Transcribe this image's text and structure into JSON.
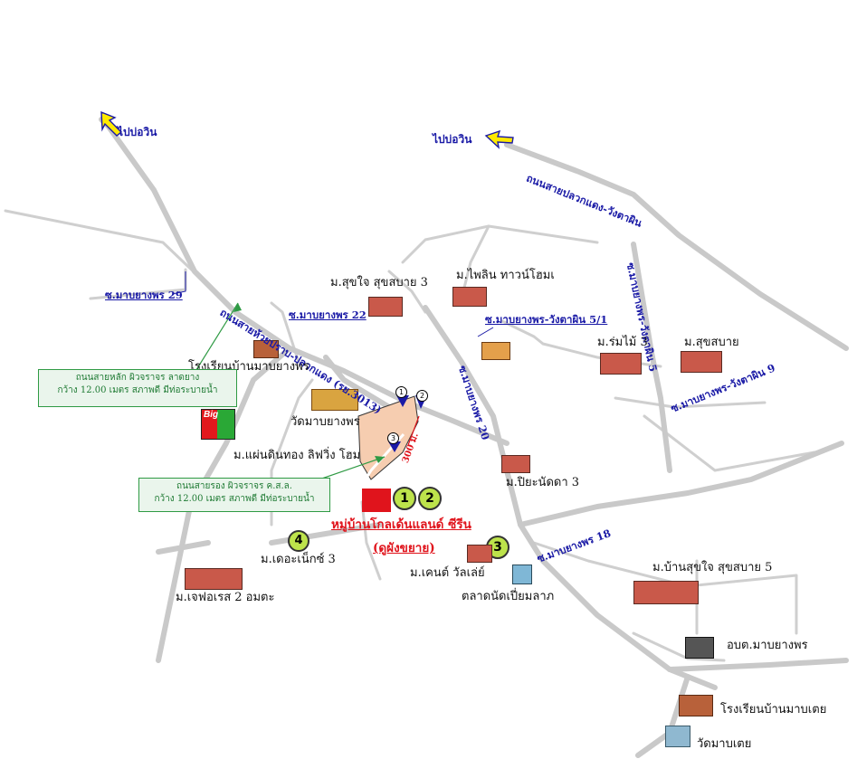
{
  "labels": {
    "to_bo_win_left": "ไปบ่อวิน",
    "to_bo_win_right": "ไปบ่อวิน",
    "road_pluakdaeng_wangtasin": "ถนนสายปลวกแดง-วังตาผิน",
    "soi_29": "ซ.มาบยางพร 29",
    "road_3013": "ถนนสายห้วยปราบ-ปลวกแดง (รย.3013)",
    "soi_22": "ซ.มาบยางพร 22",
    "soi_wangtasin_5_1": "ซ.มาบยางพร-วังตาผิน 5/1",
    "soi_20": "ซ.มาบยางพร 20",
    "soi_wangtasin_5": "ซ.มาบยางพร-วังตาผิน 5",
    "soi_wangtasin_9": "ซ.มาบยางพร-วังตาผิน 9",
    "soi_18": "ซ.มาบยางพร 18",
    "distance": "300 ม.",
    "m_sukjai_sukasbai_3": "ม.สุขใจ สุขสบาย 3",
    "m_pailin": "ม.ไพลิน ทาวน์โฮมเ",
    "m_romrai_3": "ม.ร่มไม้ 3",
    "m_suksabai": "ม.สุขสบาย",
    "school_mabyangporn": "โรงเรียนบ้านมาบยางพร",
    "wat_mabyangporn": "วัดมาบยางพร",
    "m_paendin_thong": "ม.แผ่นดินทอง ลิฟวิ่ง โฮม",
    "m_piyanatda_3": "ม.ปิยะนัดดา 3",
    "m_the_next_3": "ม.เดอะเน็กซ์ 3",
    "m_jforest_2": "ม.เจฟอเรส 2 อมตะ",
    "m_kent_valley": "ม.เคนต์ วัลเล่ย์",
    "talad_nat_piemlap": "ตลาดนัดเปี่ยมลาภ",
    "m_baan_sukjai_5": "ม.บ้านสุขใจ สุขสบาย 5",
    "obt_mabyangporn": "อบต.มาบยางพร",
    "school_mabtoei": "โรงเรียนบ้านมาบเตย",
    "wat_mabtoei": "วัดมาบเตย",
    "big_c": "Big"
  },
  "project": {
    "name": "หมู่บ้านโกลเด้นแลนด์ ซีรีน",
    "sub": "(ดูผังขยาย)",
    "badges": [
      "1",
      "2",
      "3",
      "4"
    ],
    "markers": [
      "1",
      "2",
      "3"
    ]
  },
  "notes": {
    "main_road_line1": "ถนนสายหลัก ผิวจราจร ลาดยาง",
    "main_road_line2": "กว้าง 12.00 เมตร สภาพดี มีท่อระบายน้ำ",
    "second_road_line1": "ถนนสายรอง ผิวจราจร ค.ส.ล.",
    "second_road_line2": "กว้าง 12.00 เมตร สภาพดี มีท่อระบายน้ำ"
  },
  "colors": {
    "road": "#c9c9c9",
    "road_label": "#1a1aa6",
    "project_red": "#e0141c",
    "project_land": "#f6cdb0",
    "note_green": "#2f9a44",
    "badge_green": "#bde34b"
  }
}
